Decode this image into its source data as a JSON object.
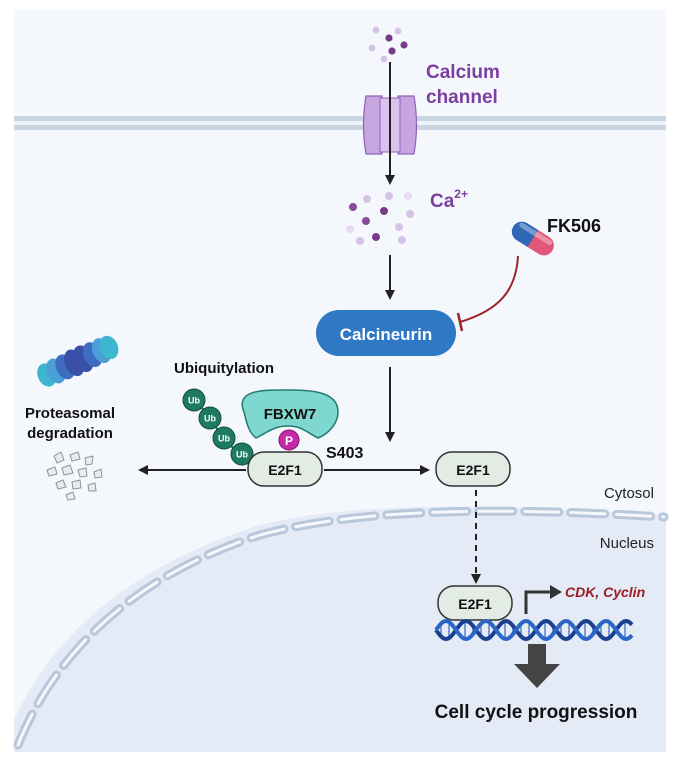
{
  "labels": {
    "calcium_channel_line1": "Calcium",
    "calcium_channel_line2": "channel",
    "calcium_ion": "Ca",
    "calcium_charge": "2+",
    "fk506": "FK506",
    "calcineurin": "Calcineurin",
    "ubiquitylation": "Ubiquitylation",
    "ub": "Ub",
    "fbxw7": "FBXW7",
    "phospho": "P",
    "s403": "S403",
    "e2f1": "E2F1",
    "proteasomal_line1": "Proteasomal",
    "proteasomal_line2": "degradation",
    "cytosol": "Cytosol",
    "nucleus": "Nucleus",
    "target_genes": "CDK, Cyclin",
    "outcome": "Cell cycle progression"
  },
  "colors": {
    "calcium_text": "#7b3fa0",
    "calcineurin_fill": "#2e78c4",
    "fbxw7_fill": "#7fd8cf",
    "ub_fill": "#1f7a62",
    "phospho_fill": "#c62aa8",
    "e2f1_fill": "#e2ebe4",
    "inhibit": "#9b2228",
    "target_text": "#9b1c22",
    "dna_dark": "#1a3f8f",
    "dna_light": "#2b66c7"
  }
}
